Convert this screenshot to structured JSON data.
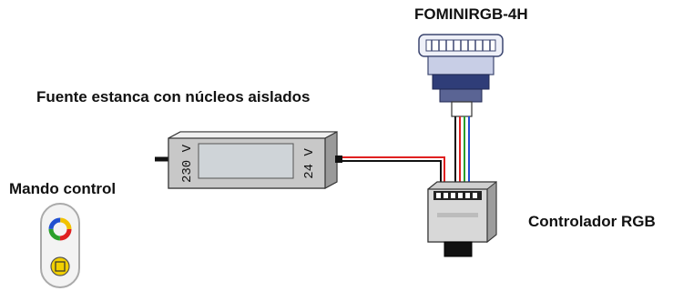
{
  "labels": {
    "device": "FOMINIRGB-4H",
    "power_supply": "Fuente estanca con núcleos aislados",
    "remote": "Mando control",
    "controller": "Controlador RGB"
  },
  "power_supply": {
    "input_marking": "230 V",
    "output_marking": "24 V"
  },
  "wire_colors": {
    "positive": "#e02020",
    "negative": "#111111",
    "red": "#e02020",
    "green": "#2aa02a",
    "blue": "#2050d0",
    "common": "#111111"
  }
}
